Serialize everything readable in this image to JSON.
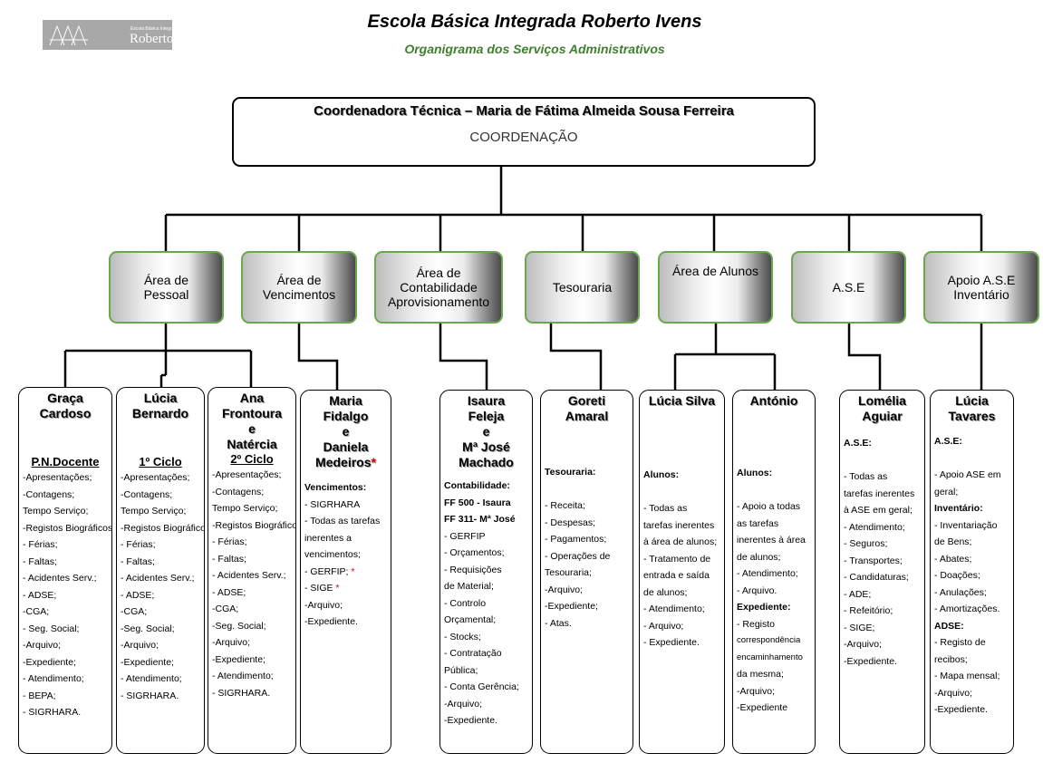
{
  "logo": {
    "small_text": "Escola Básica Integrada",
    "name": "Roberto Ivens"
  },
  "header": {
    "title": "Escola Básica Integrada Roberto Ivens",
    "subtitle": "Organigrama dos Serviços Administrativos"
  },
  "coordination": {
    "name": "Coordenadora Técnica – Maria de Fátima Almeida Sousa Ferreira",
    "role": "COORDENAÇÃO"
  },
  "areas": [
    {
      "label": "Área de\nPessoal"
    },
    {
      "label": "Área de\nVencimentos"
    },
    {
      "label": "Área de\nContabilidade\nAprovisionamento"
    },
    {
      "label": "Tesouraria"
    },
    {
      "label": "Área de Alunos"
    },
    {
      "label": "A.S.E"
    },
    {
      "label": "Apoio A.S.E\nInventário"
    }
  ],
  "staff": [
    {
      "name": "Graça\nCardoso",
      "section": "P.N.Docente",
      "lines": [
        "-Apresentações;",
        "-Contagens;",
        "Tempo Serviço;",
        "-Registos Biográficos;",
        "- Férias;",
        "- Faltas;",
        "- Acidentes Serv.;",
        "- ADSE;",
        "-CGA;",
        "- Seg. Social;",
        "-Arquivo;",
        "-Expediente;",
        "- Atendimento;",
        "- BEPA;",
        "- SIGRHARA."
      ]
    },
    {
      "name": "Lúcia\nBernardo",
      "section": "1º Ciclo",
      "lines": [
        "-Apresentações;",
        "-Contagens;",
        "Tempo Serviço;",
        "-Registos Biográficos;",
        "- Férias;",
        "- Faltas;",
        "- Acidentes Serv.;",
        "- ADSE;",
        "-CGA;",
        "-Seg. Social;",
        "-Arquivo;",
        "-Expediente;",
        "- Atendimento;",
        "- SIGRHARA."
      ]
    },
    {
      "name": "Ana\nFrontoura\ne\nNatércia",
      "section": "2º Ciclo",
      "lines": [
        "-Apresentações;",
        "-Contagens;",
        "Tempo Serviço;",
        "-Registos Biográficos;",
        "- Férias;",
        "- Faltas;",
        "- Acidentes Serv.;",
        "- ADSE;",
        "-CGA;",
        "-Seg. Social;",
        "-Arquivo;",
        "-Expediente;",
        "- Atendimento;",
        "- SIGRHARA."
      ]
    },
    {
      "name": "Maria\nFidalgo\ne\nDaniela\nMedeiros",
      "name_mark": "*",
      "heading": "Vencimentos:",
      "lines": [
        "- SIGRHARA",
        "- Todas as tarefas",
        "inerentes a",
        "vencimentos;",
        "- GERFIP;",
        "- SIGE",
        "-Arquivo;",
        "-Expediente."
      ],
      "marks": [
        "",
        "",
        "",
        "",
        "*",
        "*",
        "",
        ""
      ]
    },
    {
      "name": "Isaura\nFeleja\ne\nMª José\nMachado",
      "lines": [
        "Contabilidade:",
        "FF 500 - Isaura",
        "FF 311- Mª José",
        "- GERFIP",
        "- Orçamentos;",
        "- Requisições",
        "  de Material;",
        "- Controlo",
        "  Orçamental;",
        "- Stocks;",
        "- Contratação",
        "Pública;",
        "- Conta Gerência;",
        "-Arquivo;",
        "-Expediente."
      ]
    },
    {
      "name": "Goreti\nAmaral",
      "lines": [
        "Tesouraria:",
        "",
        "- Receita;",
        "- Despesas;",
        "- Pagamentos;",
        "- Operações de",
        "Tesouraria;",
        "-Arquivo;",
        "-Expediente;",
        "- Atas."
      ]
    },
    {
      "name": "Lúcia Silva",
      "lines": [
        "Alunos:",
        "",
        "- Todas as",
        "tarefas inerentes",
        "à área de alunos;",
        "- Tratamento de",
        "entrada e saída",
        "de alunos;",
        "- Atendimento;",
        "- Arquivo;",
        "- Expediente."
      ]
    },
    {
      "name": "António",
      "lines": [
        "Alunos:",
        "",
        "- Apoio a todas",
        "as tarefas",
        "inerentes à área",
        "de alunos;",
        "- Atendimento;",
        "- Arquivo.",
        "Expediente:",
        "- Registo",
        "correspondência",
        "encaminhamento",
        "da mesma;",
        "-Arquivo;",
        "-Expediente"
      ]
    },
    {
      "name": "Lomélia\nAguiar",
      "lines": [
        "A.S.E:",
        "",
        "- Todas as",
        "tarefas inerentes",
        "à ASE em geral;",
        "- Atendimento;",
        "- Seguros;",
        "- Transportes;",
        "- Candidaturas;",
        "- ADE;",
        "- Refeitório;",
        "- SIGE;",
        "-Arquivo;",
        "-Expediente."
      ]
    },
    {
      "name": "Lúcia\nTavares",
      "lines": [
        "A.S.E:",
        "",
        "- Apoio ASE em",
        "geral;",
        "Inventário:",
        "- Inventariação",
        "de Bens;",
        "- Abates;",
        "- Doações;",
        "- Anulações;",
        "- Amortizações.",
        "ADSE:",
        "- Registo de",
        "recibos;",
        "- Mapa mensal;",
        "-Arquivo;",
        "-Expediente."
      ]
    }
  ]
}
